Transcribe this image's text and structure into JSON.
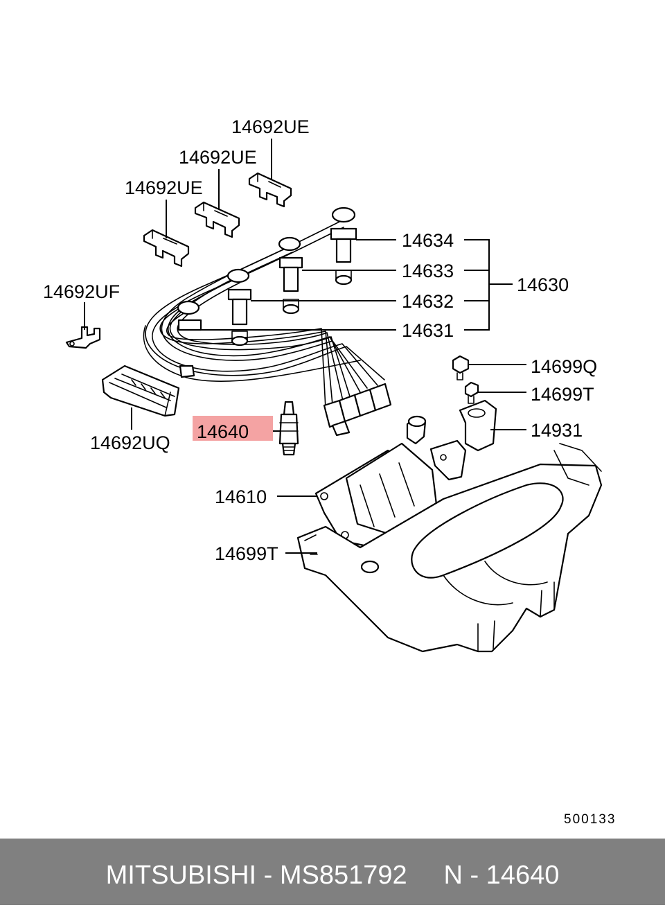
{
  "labels": {
    "ue_top": "14692UE",
    "ue_mid": "14692UE",
    "ue_left": "14692UE",
    "uf": "14692UF",
    "uq": "14692UQ",
    "l14634": "14634",
    "l14633": "14633",
    "l14632": "14632",
    "l14631": "14631",
    "l14630": "14630",
    "l14699q": "14699Q",
    "l14699t_right": "14699T",
    "l14931": "14931",
    "l14640": "14640",
    "l14610": "14610",
    "l14699t_left": "14699T"
  },
  "diagram_code": "500133",
  "footer": {
    "text": "MITSUBISHI - MS851792     N - 14640"
  },
  "colors": {
    "highlight": "#f4a3a3",
    "footer_bg": "#808080",
    "footer_text": "#ffffff",
    "line": "#000000"
  }
}
